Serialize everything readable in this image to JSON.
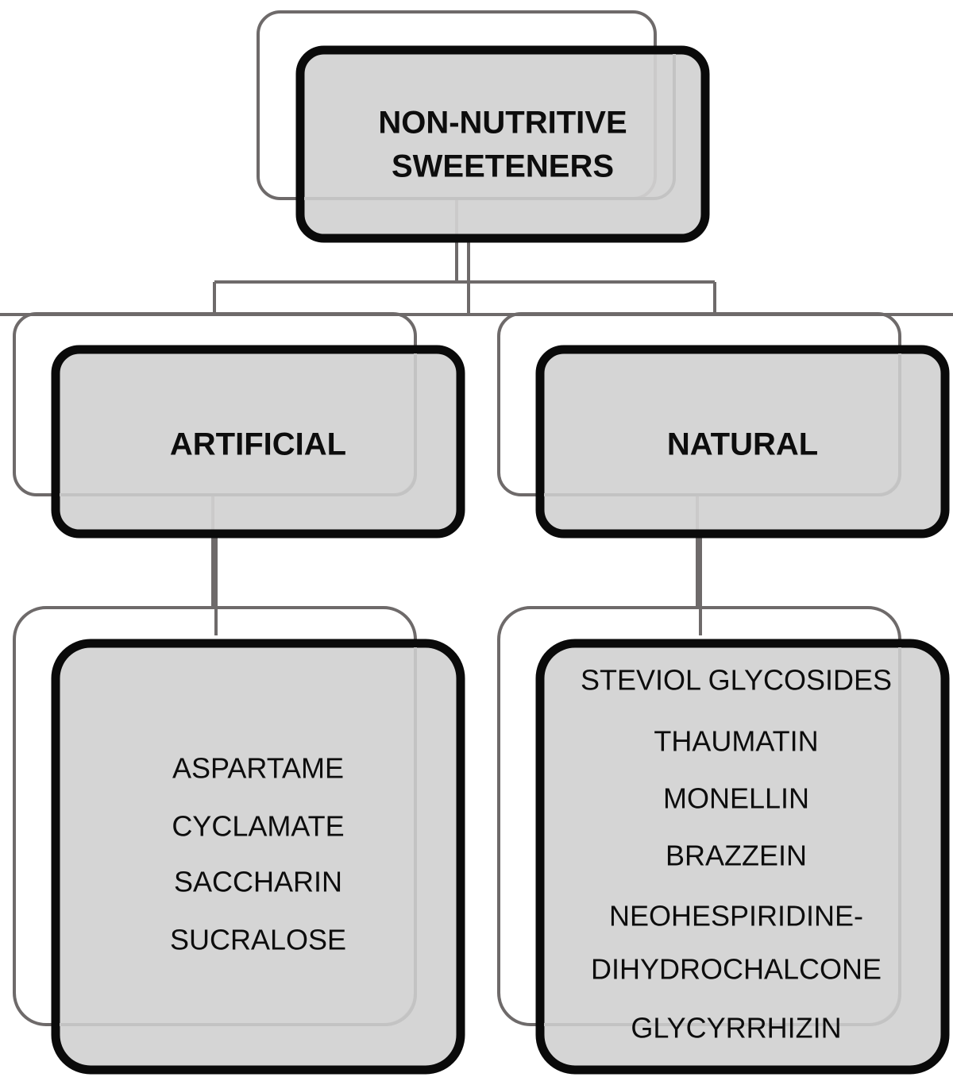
{
  "diagram": {
    "type": "hierarchy-tree",
    "title_node": "NON-NUTRITIVE SWEETENERS",
    "style": {
      "front_fill": "#d2d2d2",
      "front_border": "#0a0a0a",
      "ghost_fill": "#ffffff",
      "ghost_border": "#6e6a6a",
      "connector": "#6e6a6a",
      "text_color": "#0d0d0d",
      "page_background": "#ffffff"
    },
    "nodes": {
      "root": {
        "id": "non-nutritive-sweeteners",
        "lines": [
          "NON-NUTRITIVE",
          "SWEETENERS"
        ],
        "weight": "bold",
        "font_size": 40
      },
      "artificial": {
        "id": "artificial",
        "lines": [
          "ARTIFICIAL"
        ],
        "weight": "bold",
        "font_size": 40
      },
      "natural": {
        "id": "natural",
        "lines": [
          "NATURAL"
        ],
        "weight": "bold",
        "font_size": 40
      },
      "artificial_list": {
        "id": "artificial-sweeteners-list",
        "lines": [
          "ASPARTAME",
          "CYCLAMATE",
          "SACCHARIN",
          "SUCRALOSE"
        ],
        "weight": "regular",
        "font_size": 36
      },
      "natural_list": {
        "id": "natural-sweeteners-list",
        "lines": [
          "STEVIOL GLYCOSIDES",
          "THAUMATIN",
          "MONELLIN",
          "BRAZZEIN",
          "NEOHESPIRIDINE-",
          "DIHYDROCHALCONE",
          "GLYCYRRHIZIN"
        ],
        "weight": "regular",
        "font_size": 36
      }
    },
    "edges": [
      {
        "from": "non-nutritive-sweeteners",
        "to": "artificial"
      },
      {
        "from": "non-nutritive-sweeteners",
        "to": "natural"
      },
      {
        "from": "artificial",
        "to": "artificial-sweeteners-list"
      },
      {
        "from": "natural",
        "to": "natural-sweeteners-list"
      }
    ]
  }
}
